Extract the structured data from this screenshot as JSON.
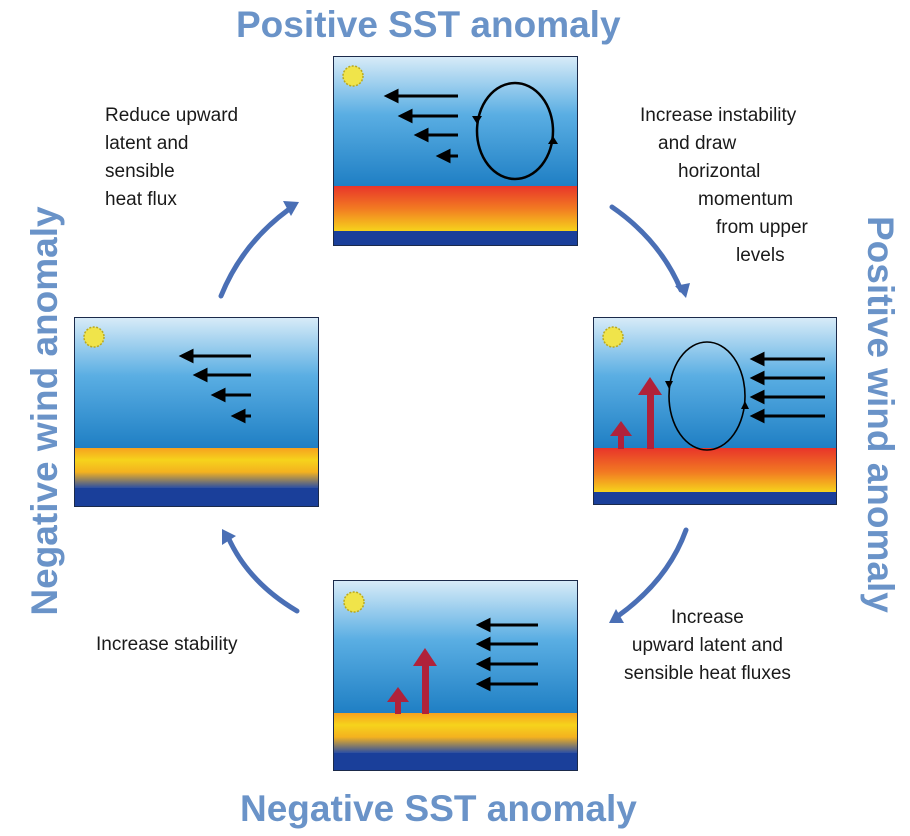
{
  "titles": {
    "top": "Positive SST anomaly",
    "bottom": "Negative SST anomaly",
    "right": "Positive wind anomaly",
    "left": "Negative wind anomaly"
  },
  "captions": {
    "top_left": [
      "Reduce upward",
      "latent and",
      "sensible",
      "heat flux"
    ],
    "top_right": [
      "Increase instability",
      "and draw",
      "horizontal",
      "momentum",
      "from upper",
      "levels"
    ],
    "bottom_right": [
      "Increase",
      "upward latent and",
      "sensible heat fluxes"
    ],
    "bottom_left": [
      "Increase stability"
    ]
  },
  "colors": {
    "title": "#6a93c8",
    "cycle_arrow": "#4a6fb5",
    "heat_flux_arrow": "#b0223a",
    "sun": "#f0e44a",
    "sky_top": "#d9ecf8",
    "sky_bottom": "#1f7fc4",
    "ocean": "#1a3f9a"
  }
}
